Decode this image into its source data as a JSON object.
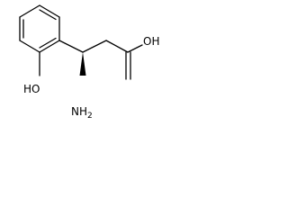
{
  "molecule": {
    "bond_color": "#000000",
    "label_color": "#000000",
    "labels": {
      "hydroxyl": "HO",
      "amino": "NH2",
      "carboxyl_oh": "OH"
    }
  }
}
